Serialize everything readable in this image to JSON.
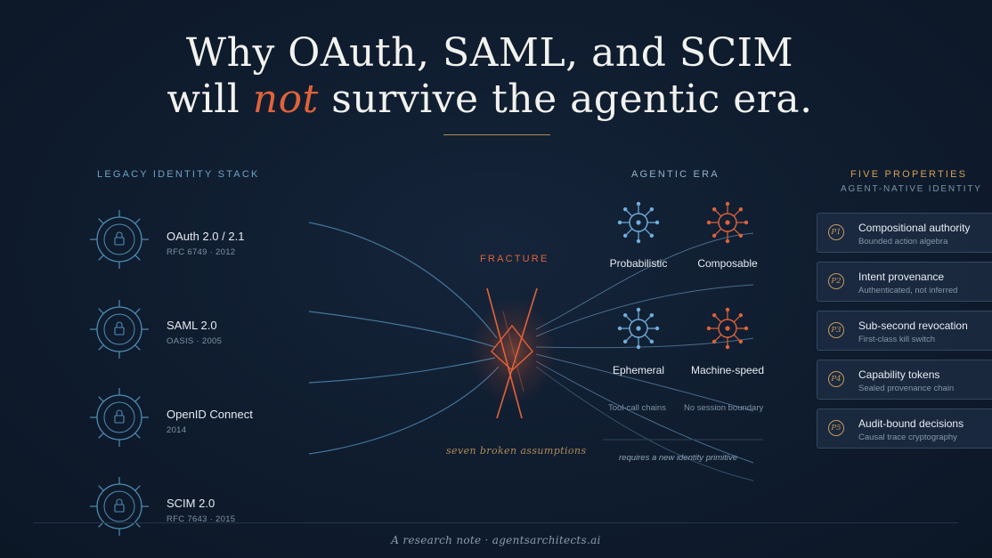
{
  "title": {
    "line1": "Why OAuth, SAML, and SCIM",
    "line2_pre": "will ",
    "line2_emph": "not",
    "line2_post": " survive the agentic era."
  },
  "legacy": {
    "label": "LEGACY IDENTITY STACK",
    "items": [
      {
        "name": "OAuth 2.0 / 2.1",
        "sub": "RFC 6749 · 2012"
      },
      {
        "name": "SAML 2.0",
        "sub": "OASIS · 2005"
      },
      {
        "name": "OpenID Connect",
        "sub": "2014"
      },
      {
        "name": "SCIM 2.0",
        "sub": "RFC 7643 · 2015"
      }
    ]
  },
  "fracture": {
    "label": "FRACTURE",
    "note": "seven broken assumptions"
  },
  "agentic": {
    "label": "AGENTIC ERA",
    "nodes": [
      {
        "name": "Probabilistic",
        "color": "#6fb0dc"
      },
      {
        "name": "Composable",
        "color": "#e0623a"
      },
      {
        "name": "Ephemeral",
        "color": "#6fb0dc"
      },
      {
        "name": "Machine-speed",
        "color": "#e0623a"
      }
    ],
    "tags": [
      "Tool-call chains",
      "No session boundary"
    ],
    "requirement": "requires a new identity primitive"
  },
  "properties": {
    "label": "FIVE PROPERTIES",
    "sublabel": "AGENT-NATIVE IDENTITY",
    "items": [
      {
        "badge": "P1",
        "title": "Compositional authority",
        "sub": "Bounded action algebra"
      },
      {
        "badge": "P2",
        "title": "Intent provenance",
        "sub": "Authenticated, not inferred"
      },
      {
        "badge": "P3",
        "title": "Sub-second revocation",
        "sub": "First-class kill switch"
      },
      {
        "badge": "P4",
        "title": "Capability tokens",
        "sub": "Sealed provenance chain"
      },
      {
        "badge": "P5",
        "title": "Audit-bound decisions",
        "sub": "Causal trace cryptography"
      }
    ]
  },
  "footer": "A research note · agentsarchitects.ai",
  "colors": {
    "accent": "#e0623a",
    "gold": "#b08b56",
    "blue": "#6fb0dc"
  }
}
